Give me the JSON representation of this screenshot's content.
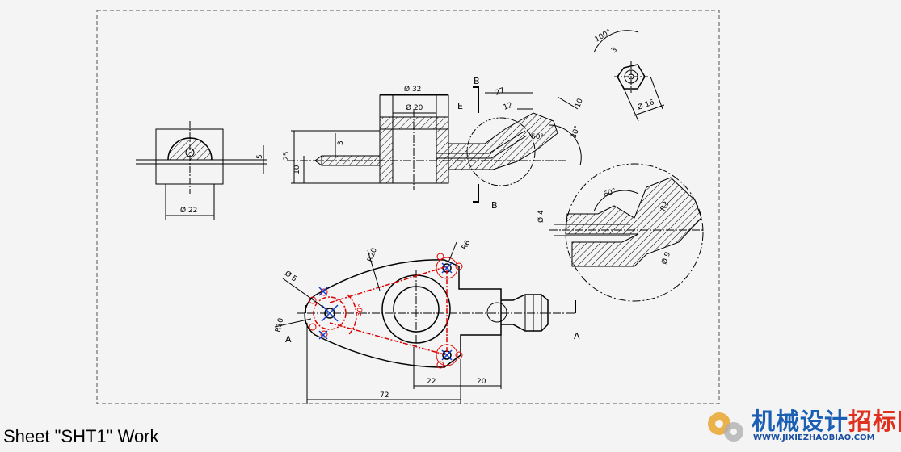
{
  "sheet_label": "Sheet \"SHT1\" Work",
  "watermark": {
    "cn_part1": "机械设计",
    "cn_part2": "招标网",
    "en": "WWW.JIXIEZHAOBIAO.COM"
  },
  "views": {
    "section_B": "B",
    "section_B_bottom": "B",
    "view_E": "E",
    "section_A_left": "A",
    "section_A_right": "A"
  },
  "dimensions": {
    "d32": "Ø 32",
    "d20": "Ø 20",
    "d22": "Ø 22",
    "d16": "Ø 16",
    "d4": "Ø 4",
    "d9": "Ø 9",
    "d5": "Ø 5",
    "l25": "25",
    "l10": "10",
    "l3": "3",
    "l5": "5",
    "l27": "27",
    "l12": "12",
    "l10b": "10",
    "a30": "30°",
    "a60": "60°",
    "a100": "100°",
    "l3b": "3",
    "a60b": "60°",
    "r3": "R3",
    "r20": "R20",
    "r10": "R10",
    "r6": "R6",
    "a30b": "30°",
    "l22": "22",
    "l20": "20",
    "l72": "72"
  },
  "colors": {
    "line": "#000000",
    "construction": "#d00000",
    "center_mark": "#1040d0"
  }
}
